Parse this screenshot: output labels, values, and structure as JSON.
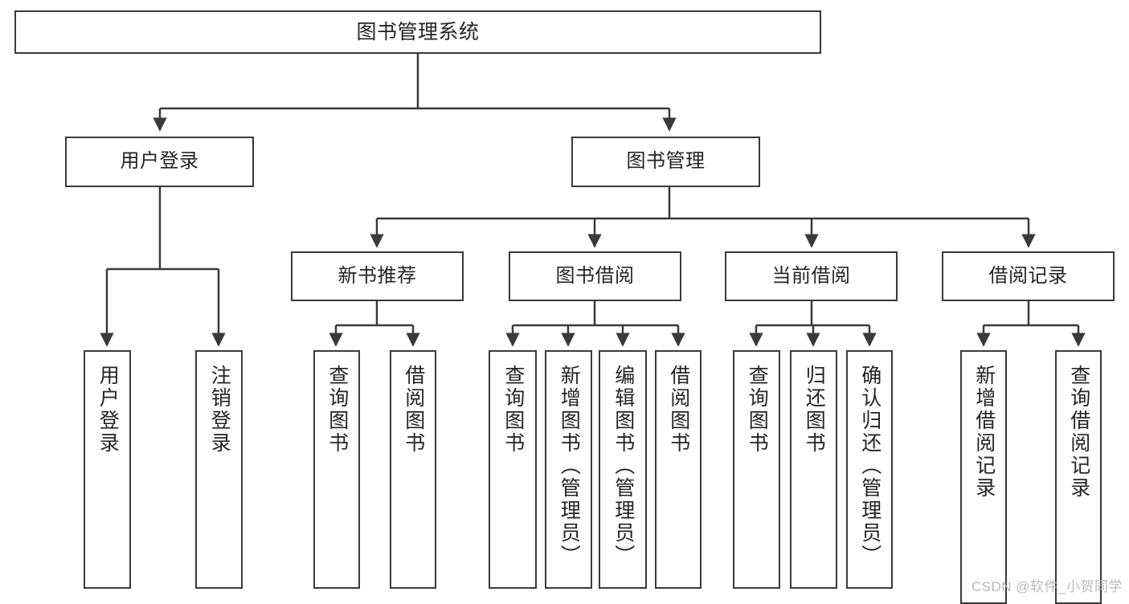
{
  "diagram": {
    "title": "图书管理系统",
    "type": "tree",
    "watermark": "CSDN @软件_小贺同学",
    "colors": {
      "stroke": "#3a3a3a",
      "fill": "#ffffff",
      "text": "#242424",
      "watermark": "#b9b9b9"
    },
    "root": {
      "label": "图书管理系统"
    },
    "level2": [
      {
        "label": "用户登录"
      },
      {
        "label": "图书管理"
      }
    ],
    "level3": [
      {
        "label": "新书推荐"
      },
      {
        "label": "图书借阅"
      },
      {
        "label": "当前借阅"
      },
      {
        "label": "借阅记录"
      }
    ],
    "leaves": {
      "user_login": [
        {
          "label": "用户登录"
        },
        {
          "label": "注销登录"
        }
      ],
      "new_book": [
        {
          "label": "查询图书"
        },
        {
          "label": "借阅图书"
        }
      ],
      "book_borrow": [
        {
          "label": "查询图书"
        },
        {
          "label": "新增图书（管理员）"
        },
        {
          "label": "编辑图书（管理员）"
        },
        {
          "label": "借阅图书"
        }
      ],
      "current_borrow": [
        {
          "label": "查询图书"
        },
        {
          "label": "归还图书"
        },
        {
          "label": "确认归还（管理员）"
        }
      ],
      "borrow_record": [
        {
          "label": "新增借阅记录"
        },
        {
          "label": "查询借阅记录"
        }
      ]
    }
  }
}
